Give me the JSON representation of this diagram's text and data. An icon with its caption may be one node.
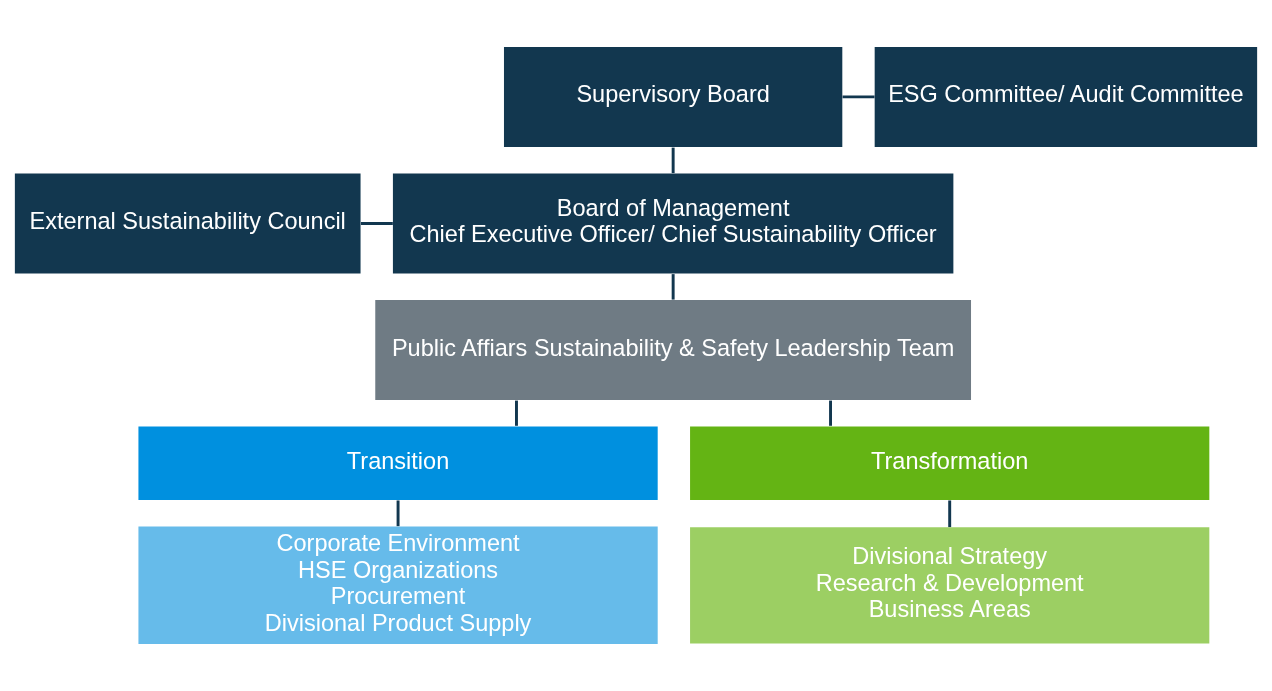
{
  "diagram": {
    "nodes": [
      {
        "text": [
          "Supervisory Board"
        ]
      },
      {
        "text": [
          "ESG Committee/ Audit Committee"
        ]
      },
      {
        "text": [
          "External Sustainability Council"
        ]
      },
      {
        "text": [
          "Board of Management",
          "Chief Executive Officer/ Chief Sustainability Officer"
        ]
      },
      {
        "text": [
          "Public Affiars Sustainability & Safety Leadership Team"
        ]
      },
      {
        "text": [
          "Transition"
        ]
      },
      {
        "text": [
          "Transformation"
        ]
      },
      {
        "text": [
          "Corporate Environment",
          "HSE Organizations",
          "Procurement",
          "Divisional Product Supply"
        ]
      },
      {
        "text": [
          "Divisional Strategy",
          "Research & Development",
          "Business Areas"
        ]
      }
    ],
    "edges": [
      {
        "from": 0,
        "to": 1,
        "arrow": "none"
      },
      {
        "from": 0,
        "to": 3,
        "arrow": "none"
      },
      {
        "from": 2,
        "to": 3,
        "arrow": "none"
      },
      {
        "from": 3,
        "to": 4,
        "arrow": "none"
      },
      {
        "from": 4,
        "to": 5,
        "arrow": "none"
      },
      {
        "from": 4,
        "to": 6,
        "arrow": "none"
      },
      {
        "from": 5,
        "to": 7,
        "arrow": "none"
      },
      {
        "from": 6,
        "to": 8,
        "arrow": "none"
      }
    ]
  }
}
